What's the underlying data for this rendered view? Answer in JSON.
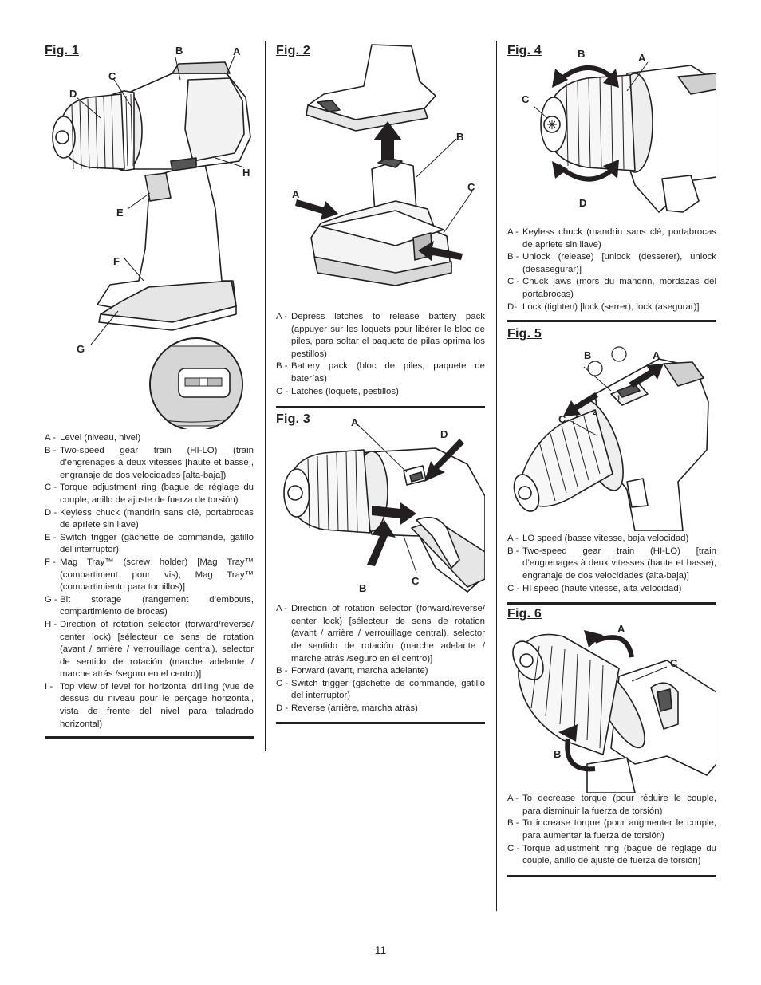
{
  "page_number": "11",
  "figures": {
    "fig1": {
      "title": "Fig. 1",
      "callouts": {
        "a": "A",
        "b": "B",
        "c": "C",
        "d": "D",
        "e": "E",
        "f": "F",
        "g": "G",
        "h": "H"
      },
      "legend": [
        {
          "letter": "A -",
          "text": "Level (niveau, nivel)"
        },
        {
          "letter": "B -",
          "text": "Two-speed gear train (HI-LO) (train d’engrenages à deux vitesses [haute et basse], engranaje de dos velocidades [alta-baja])"
        },
        {
          "letter": "C -",
          "text": "Torque adjustment ring (bague de réglage du couple, anillo de ajuste de fuerza de torsión)"
        },
        {
          "letter": "D -",
          "text": "Keyless chuck (mandrin sans clé, portabrocas de apriete sin llave)"
        },
        {
          "letter": "E -",
          "text": "Switch trigger (gâchette de commande, gatillo del interruptor)"
        },
        {
          "letter": "F -",
          "text": "Mag Tray™ (screw holder) [Mag Tray™ (compartiment pour vis), Mag Tray™ (compartimiento para tornillos)]"
        },
        {
          "letter": "G -",
          "text": "Bit storage (rangement d’embouts, compartimiento de brocas)"
        },
        {
          "letter": "H -",
          "text": "Direction of rotation selector (forward/reverse/ center lock) [sélecteur de sens de rotation (avant / arrière / verrouillage central), selector de sentido de rotación (marche adelante / marche atrás /seguro en el centro)]"
        },
        {
          "letter": "I -",
          "text": "Top view of level for horizontal drilling (vue de dessus du niveau pour le perçage horizontal, vista de frente del nivel para taladrado horizontal)"
        }
      ]
    },
    "fig2": {
      "title": "Fig. 2",
      "callouts": {
        "a": "A",
        "b": "B",
        "c": "C"
      },
      "legend": [
        {
          "letter": "A -",
          "text": "Depress latches to release battery pack (appuyer sur les loquets pour libérer le bloc de piles, para soltar el paquete de pilas oprima los pestillos)"
        },
        {
          "letter": "B -",
          "text": "Battery pack (bloc de piles, paquete de baterías)"
        },
        {
          "letter": "C -",
          "text": "Latches (loquets, pestillos)"
        }
      ]
    },
    "fig3": {
      "title": "Fig. 3",
      "callouts": {
        "a": "A",
        "b": "B",
        "c": "C",
        "d": "D"
      },
      "legend": [
        {
          "letter": "A -",
          "text": "Direction of rotation selector (forward/reverse/ center lock) [sélecteur de sens de rotation (avant / arrière / verrouillage central), selector de sentido de rotación (marche adelante / marche atrás /seguro en el centro)]"
        },
        {
          "letter": "B -",
          "text": "Forward (avant, marcha adelante)"
        },
        {
          "letter": "C -",
          "text": "Switch trigger (gâchette de commande, gatillo del interruptor)"
        },
        {
          "letter": "D -",
          "text": "Reverse (arrière, marcha atrás)"
        }
      ]
    },
    "fig4": {
      "title": "Fig. 4",
      "callouts": {
        "a": "A",
        "b": "B",
        "c": "C",
        "d": "D"
      },
      "legend": [
        {
          "letter": "A -",
          "text": "Keyless chuck (mandrin sans clé, portabrocas de apriete sin llave)"
        },
        {
          "letter": "B -",
          "text": "Unlock (release) [unlock (desserer), unlock (desasegurar)]"
        },
        {
          "letter": "C -",
          "text": "Chuck jaws (mors du mandrin, mordazas del portabrocas)"
        },
        {
          "letter": "D-",
          "text": "Lock (tighten) [lock (serrer), lock (asegurar)]"
        }
      ]
    },
    "fig5": {
      "title": "Fig. 5",
      "callouts": {
        "a": "A",
        "b": "B",
        "c": "C",
        "n1": "1",
        "n2": "2"
      },
      "legend": [
        {
          "letter": "A -",
          "text": "LO speed (basse vitesse, baja velocidad)"
        },
        {
          "letter": "B -",
          "text": "Two-speed gear train (HI-LO) [train d’engrenages à deux vitesses (haute et basse), engranaje de dos velocidades (alta-baja)]"
        },
        {
          "letter": "C -",
          "text": "HI speed (haute vitesse, alta velocidad)"
        }
      ]
    },
    "fig6": {
      "title": "Fig. 6",
      "callouts": {
        "a": "A",
        "b": "B",
        "c": "C"
      },
      "legend": [
        {
          "letter": "A -",
          "text": "To decrease torque (pour réduire le couple, para disminuir la fuerza de torsión)"
        },
        {
          "letter": "B -",
          "text": "To increase torque (pour augmenter le couple, para aumentar la fuerza de torsión)"
        },
        {
          "letter": "C -",
          "text": "Torque adjustment ring (bague de réglage du couple, anillo de ajuste de fuerza de torsión)"
        }
      ]
    }
  },
  "colors": {
    "ink": "#231f20",
    "paper": "#ffffff",
    "shade": "#bdbcbc"
  }
}
